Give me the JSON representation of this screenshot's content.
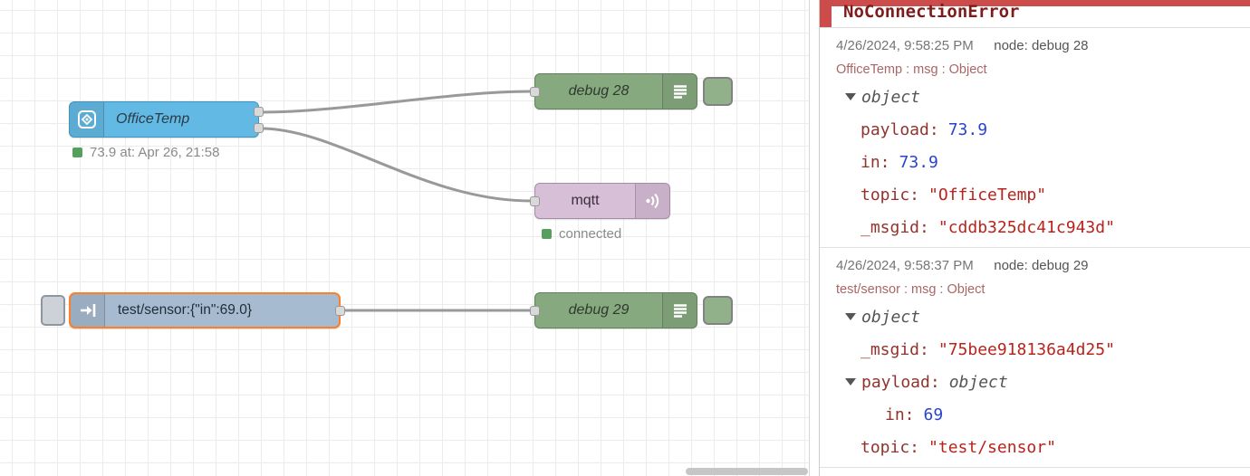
{
  "colors": {
    "officetemp_node": "#62b9e4",
    "debug_node": "#87a980",
    "mqtt_node": "#d8bfd8",
    "inject_node": "#a6bbcf",
    "selection_orange": "#ff7f27",
    "status_green": "#55a05f",
    "error_red": "#cc4b4b",
    "wire_gray": "#999999",
    "json_key": "#91332d",
    "json_string": "#b8231c",
    "json_number": "#2743cf"
  },
  "flow": {
    "officetemp": {
      "label": "OfficeTemp",
      "status": "73.9 at: Apr 26, 21:58"
    },
    "debug28": {
      "label": "debug 28"
    },
    "mqtt": {
      "label": "mqtt",
      "status": "connected"
    },
    "inject": {
      "label": "test/sensor:{\"in\":69.0}"
    },
    "debug29": {
      "label": "debug 29"
    }
  },
  "sidebar": {
    "error_title": "NoConnectionError",
    "msg1": {
      "timestamp": "4/26/2024, 9:58:25 PM",
      "node": "node: debug 28",
      "meta": "OfficeTemp : msg : Object",
      "root_type": "object",
      "payload_key": "payload:",
      "payload_val": "73.9",
      "in_key": "in:",
      "in_val": "73.9",
      "topic_key": "topic:",
      "topic_val": "\"OfficeTemp\"",
      "msgid_key": "_msgid:",
      "msgid_val": "\"cddb325dc41c943d\""
    },
    "msg2": {
      "timestamp": "4/26/2024, 9:58:37 PM",
      "node": "node: debug 29",
      "meta": "test/sensor : msg : Object",
      "root_type": "object",
      "msgid_key": "_msgid:",
      "msgid_val": "\"75bee918136a4d25\"",
      "payload_key": "payload:",
      "payload_type": "object",
      "in_key": "in:",
      "in_val": "69",
      "topic_key": "topic:",
      "topic_val": "\"test/sensor\""
    }
  }
}
